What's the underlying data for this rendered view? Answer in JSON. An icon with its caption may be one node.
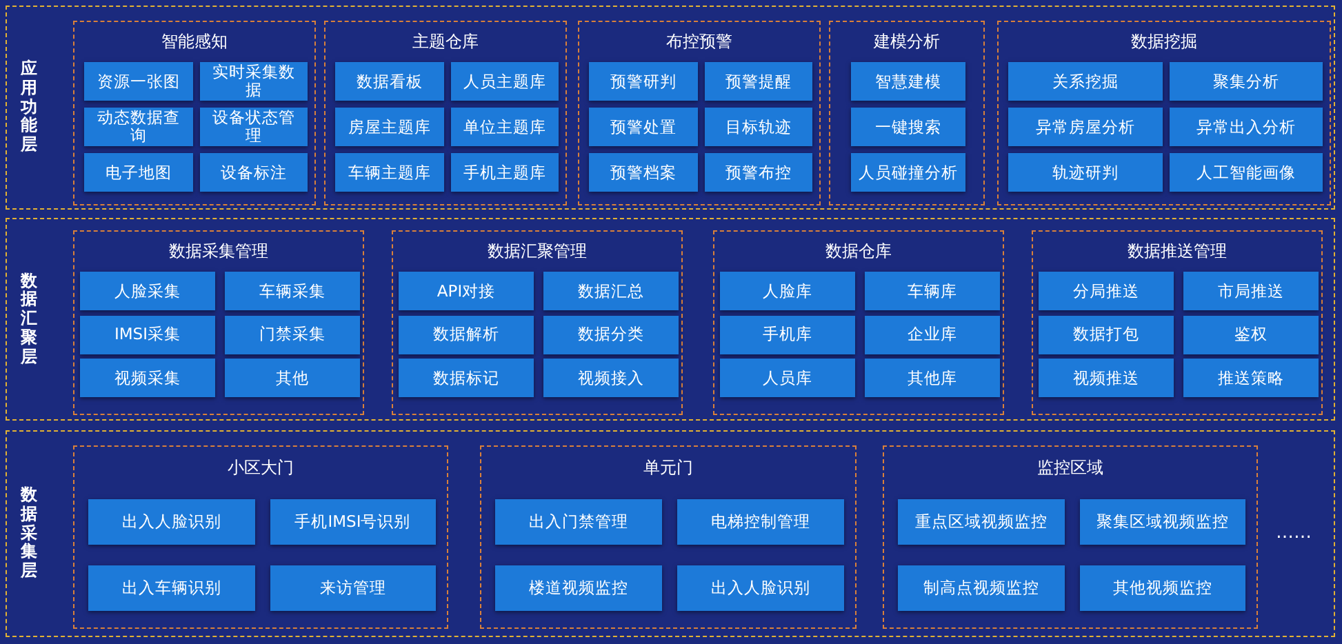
{
  "diagram": {
    "nodes": [
      {
        "text": [
          "应用功能层"
        ]
      },
      {
        "text": [
          "智能感知"
        ],
        "in": 0
      },
      {
        "text": [
          "资源一张图"
        ],
        "in": 1
      },
      {
        "text": [
          "实时采集数据"
        ],
        "in": 1
      },
      {
        "text": [
          "动态数据查询"
        ],
        "in": 1
      },
      {
        "text": [
          "设备状态管理"
        ],
        "in": 1
      },
      {
        "text": [
          "电子地图"
        ],
        "in": 1
      },
      {
        "text": [
          "设备标注"
        ],
        "in": 1
      },
      {
        "text": [
          "主题仓库"
        ],
        "in": 0
      },
      {
        "text": [
          "数据看板"
        ],
        "in": 8
      },
      {
        "text": [
          "人员主题库"
        ],
        "in": 8
      },
      {
        "text": [
          "房屋主题库"
        ],
        "in": 8
      },
      {
        "text": [
          "单位主题库"
        ],
        "in": 8
      },
      {
        "text": [
          "车辆主题库"
        ],
        "in": 8
      },
      {
        "text": [
          "手机主题库"
        ],
        "in": 8
      },
      {
        "text": [
          "布控预警"
        ],
        "in": 0
      },
      {
        "text": [
          "预警研判"
        ],
        "in": 15
      },
      {
        "text": [
          "预警提醒"
        ],
        "in": 15
      },
      {
        "text": [
          "预警处置"
        ],
        "in": 15
      },
      {
        "text": [
          "目标轨迹"
        ],
        "in": 15
      },
      {
        "text": [
          "预警档案"
        ],
        "in": 15
      },
      {
        "text": [
          "预警布控"
        ],
        "in": 15
      },
      {
        "text": [
          "建模分析"
        ],
        "in": 0
      },
      {
        "text": [
          "智慧建模"
        ],
        "in": 22
      },
      {
        "text": [
          "一键搜索"
        ],
        "in": 22
      },
      {
        "text": [
          "人员碰撞分析"
        ],
        "in": 22
      },
      {
        "text": [
          "数据挖掘"
        ],
        "in": 0
      },
      {
        "text": [
          "关系挖掘"
        ],
        "in": 26
      },
      {
        "text": [
          "聚集分析"
        ],
        "in": 26
      },
      {
        "text": [
          "异常房屋分析"
        ],
        "in": 26
      },
      {
        "text": [
          "异常出入分析"
        ],
        "in": 26
      },
      {
        "text": [
          "轨迹研判"
        ],
        "in": 26
      },
      {
        "text": [
          "人工智能画像"
        ],
        "in": 26
      },
      {
        "text": [
          "数据汇聚层"
        ]
      },
      {
        "text": [
          "数据采集管理"
        ],
        "in": 33
      },
      {
        "text": [
          "人脸采集"
        ],
        "in": 34
      },
      {
        "text": [
          "车辆采集"
        ],
        "in": 34
      },
      {
        "text": [
          "IMSI采集"
        ],
        "in": 34
      },
      {
        "text": [
          "门禁采集"
        ],
        "in": 34
      },
      {
        "text": [
          "视频采集"
        ],
        "in": 34
      },
      {
        "text": [
          "其他"
        ],
        "in": 34
      },
      {
        "text": [
          "数据汇聚管理"
        ],
        "in": 33
      },
      {
        "text": [
          "API对接"
        ],
        "in": 41
      },
      {
        "text": [
          "数据汇总"
        ],
        "in": 41
      },
      {
        "text": [
          "数据解析"
        ],
        "in": 41
      },
      {
        "text": [
          "数据分类"
        ],
        "in": 41
      },
      {
        "text": [
          "数据标记"
        ],
        "in": 41
      },
      {
        "text": [
          "视频接入"
        ],
        "in": 41
      },
      {
        "text": [
          "数据仓库"
        ],
        "in": 33
      },
      {
        "text": [
          "人脸库"
        ],
        "in": 48
      },
      {
        "text": [
          "车辆库"
        ],
        "in": 48
      },
      {
        "text": [
          "手机库"
        ],
        "in": 48
      },
      {
        "text": [
          "企业库"
        ],
        "in": 48
      },
      {
        "text": [
          "人员库"
        ],
        "in": 48
      },
      {
        "text": [
          "其他库"
        ],
        "in": 48
      },
      {
        "text": [
          "数据推送管理"
        ],
        "in": 33
      },
      {
        "text": [
          "分局推送"
        ],
        "in": 55
      },
      {
        "text": [
          "市局推送"
        ],
        "in": 55
      },
      {
        "text": [
          "数据打包"
        ],
        "in": 55
      },
      {
        "text": [
          "鉴权"
        ],
        "in": 55
      },
      {
        "text": [
          "视频推送"
        ],
        "in": 55
      },
      {
        "text": [
          "推送策略"
        ],
        "in": 55
      },
      {
        "text": [
          "数据采集层"
        ]
      },
      {
        "text": [
          "小区大门"
        ],
        "in": 62
      },
      {
        "text": [
          "出入人脸识别"
        ],
        "in": 63
      },
      {
        "text": [
          "手机IMSI号识别"
        ],
        "in": 63
      },
      {
        "text": [
          "出入车辆识别"
        ],
        "in": 63
      },
      {
        "text": [
          "来访管理"
        ],
        "in": 63
      },
      {
        "text": [
          "单元门"
        ],
        "in": 62
      },
      {
        "text": [
          "出入门禁管理"
        ],
        "in": 68
      },
      {
        "text": [
          "电梯控制管理"
        ],
        "in": 68
      },
      {
        "text": [
          "楼道视频监控"
        ],
        "in": 68
      },
      {
        "text": [
          "出入人脸识别"
        ],
        "in": 68
      },
      {
        "text": [
          "监控区域"
        ],
        "in": 62
      },
      {
        "text": [
          "重点区域视频监控"
        ],
        "in": 73
      },
      {
        "text": [
          "聚集区域视频监控"
        ],
        "in": 73
      },
      {
        "text": [
          "制高点视频监控"
        ],
        "in": 73
      },
      {
        "text": [
          "其他视频监控"
        ],
        "in": 73
      }
    ],
    "labels": [
      "……"
    ]
  }
}
